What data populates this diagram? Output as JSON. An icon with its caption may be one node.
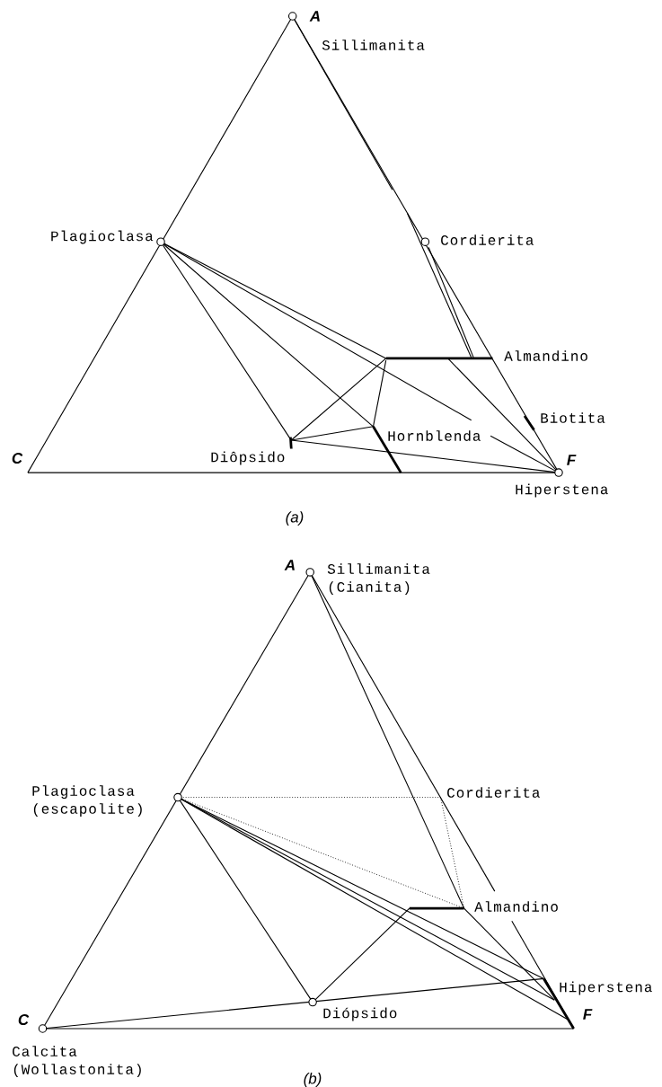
{
  "diagram": {
    "labels": [
      "A",
      "Sillimanita",
      "Plagioclasa",
      "Cordierita",
      "Almandino",
      "Biotita",
      "C",
      "Hornblenda",
      "Diôpsido",
      "F",
      "Hiperstena",
      "(a)",
      "A",
      "Sillimanita (Cianita)",
      "Plagioclasa (escapolite)",
      "Cordierita",
      "Almandino",
      "Hiperstena",
      "C",
      "Diópsido",
      "F",
      "Calcita (Wollastonita)",
      "(b)"
    ]
  }
}
